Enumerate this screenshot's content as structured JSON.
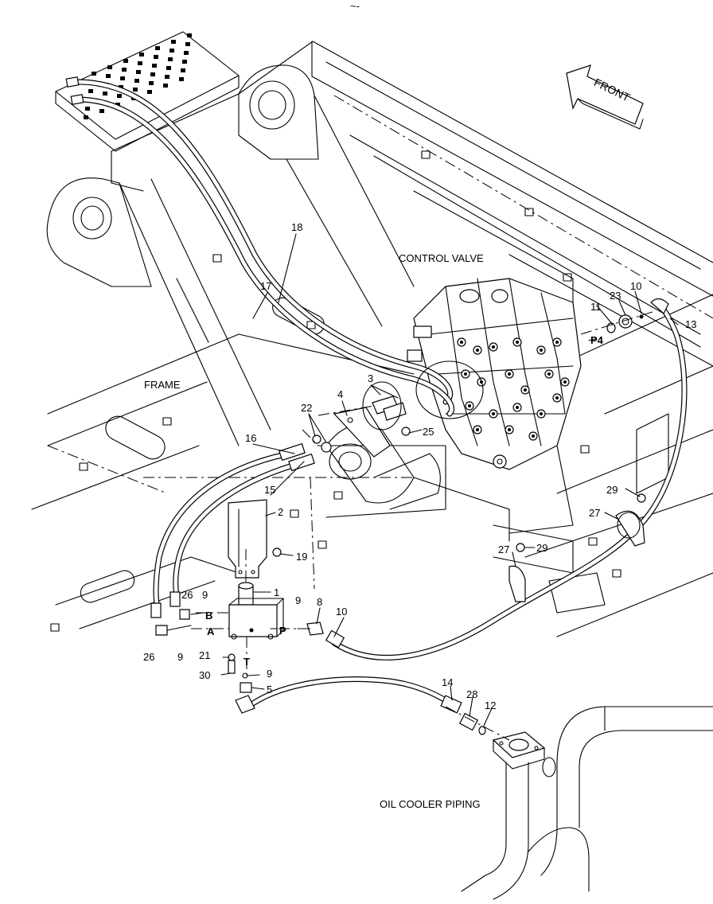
{
  "labels": {
    "control_valve": "CONTROL VALVE",
    "frame": "FRAME",
    "oil_cooler_piping": "OIL COOLER PIPING",
    "front": "FRONT"
  },
  "port_letters": {
    "p4": "P4",
    "a": "A",
    "b": "B",
    "p": "P",
    "t": "T"
  },
  "callouts": {
    "c1": "1",
    "c2": "2",
    "c3": "3",
    "c4": "4",
    "c5": "5",
    "c8": "8",
    "c9a": "9",
    "c9b": "9",
    "c9c": "9",
    "c9d": "9",
    "c10a": "10",
    "c10b": "10",
    "c11": "11",
    "c12": "12",
    "c13": "13",
    "c14": "14",
    "c15": "15",
    "c16": "16",
    "c17": "17",
    "c18": "18",
    "c19": "19",
    "c21": "21",
    "c22": "22",
    "c23": "23",
    "c25": "25",
    "c26a": "26",
    "c26b": "26",
    "c27a": "27",
    "c27b": "27",
    "c28": "28",
    "c29a": "29",
    "c29b": "29",
    "c30": "30"
  },
  "header_mark": "~-"
}
